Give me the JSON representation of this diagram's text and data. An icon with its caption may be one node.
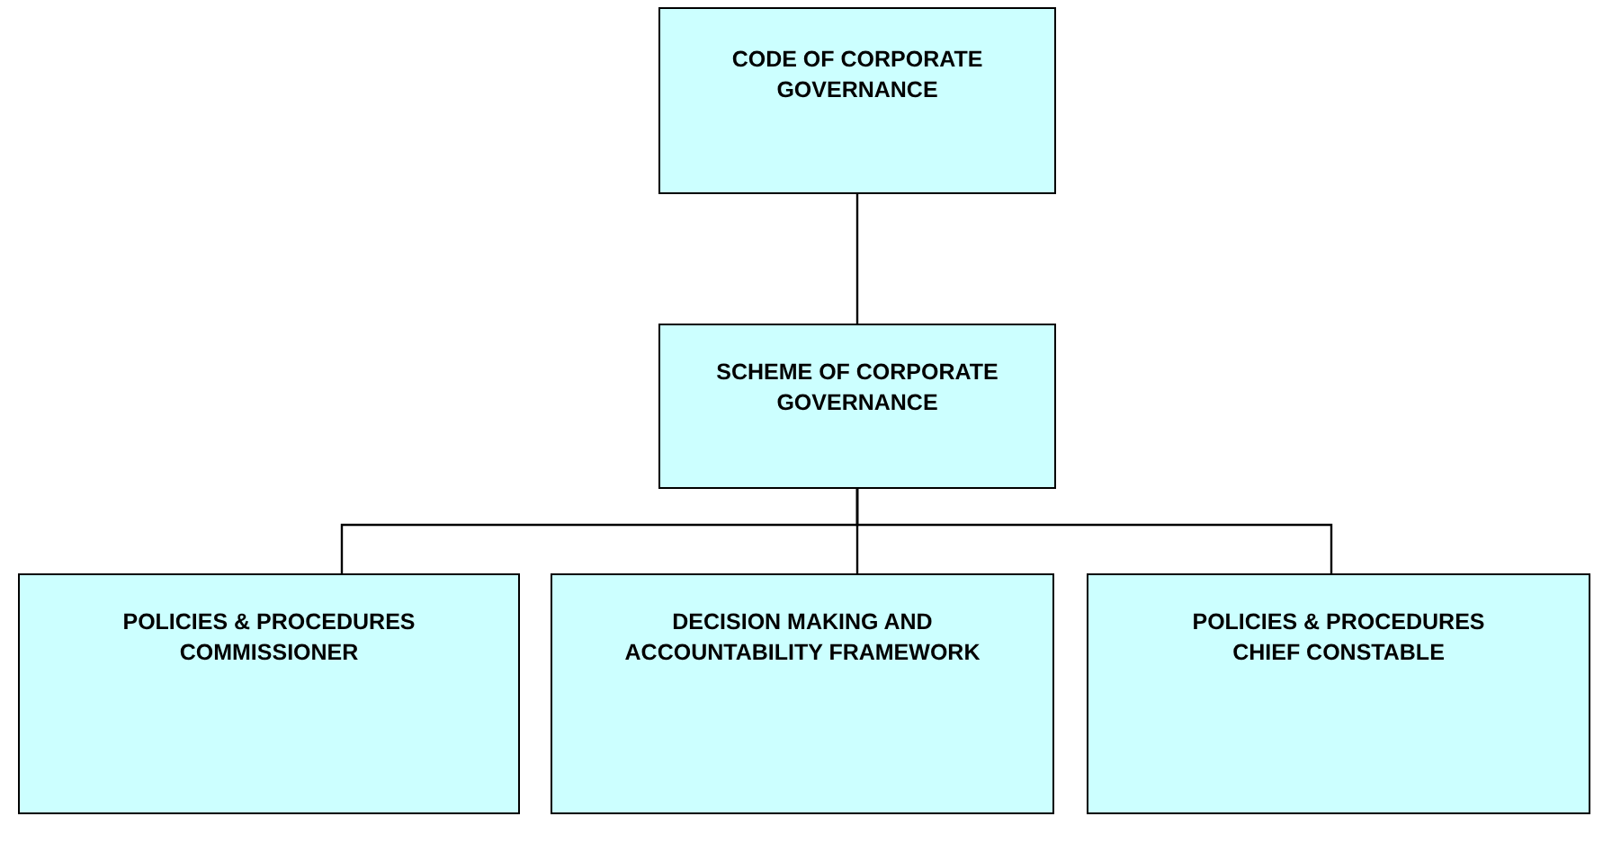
{
  "diagram": {
    "nodes": [
      {
        "text": [
          "CODE OF CORPORATE GOVERNANCE"
        ]
      },
      {
        "text": [
          "SCHEME OF CORPORATE GOVERNANCE"
        ]
      },
      {
        "text": [
          "POLICIES & PROCEDURES COMMISSIONER"
        ]
      },
      {
        "text": [
          "DECISION MAKING AND ACCOUNTABILITY FRAMEWORK"
        ]
      },
      {
        "text": [
          "POLICIES & PROCEDURES CHIEF CONSTABLE"
        ]
      }
    ],
    "edges": [
      {
        "from": 0,
        "to": 1,
        "arrow": "none"
      },
      {
        "from": 1,
        "to": 2,
        "arrow": "none"
      },
      {
        "from": 1,
        "to": 3,
        "arrow": "none"
      },
      {
        "from": 1,
        "to": 4,
        "arrow": "none"
      }
    ]
  }
}
